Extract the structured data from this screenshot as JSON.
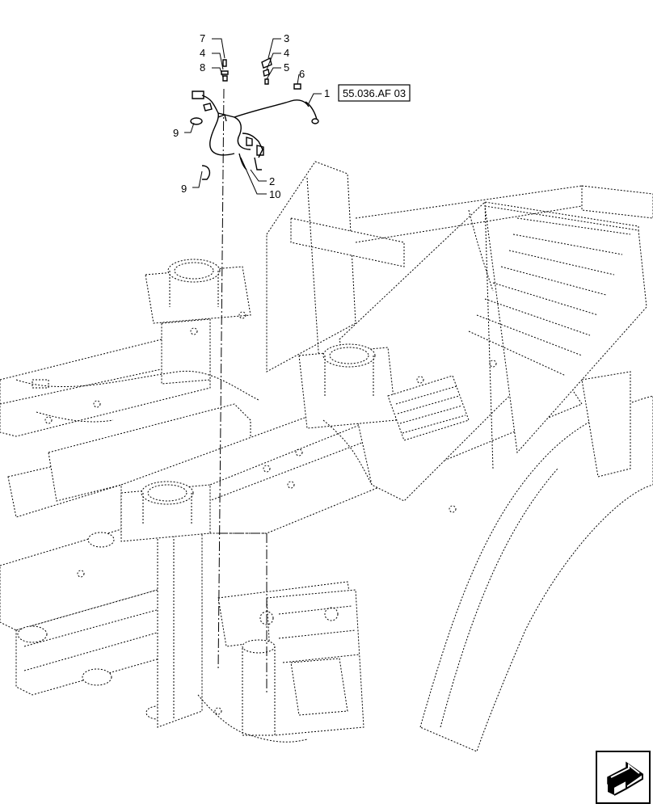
{
  "callouts": [
    {
      "id": "c7",
      "label": "7"
    },
    {
      "id": "c4a",
      "label": "4"
    },
    {
      "id": "c8",
      "label": "8"
    },
    {
      "id": "c3",
      "label": "3"
    },
    {
      "id": "c4b",
      "label": "4"
    },
    {
      "id": "c5",
      "label": "5"
    },
    {
      "id": "c6",
      "label": "6"
    },
    {
      "id": "c1",
      "label": "1"
    },
    {
      "id": "c9a",
      "label": "9"
    },
    {
      "id": "c9b",
      "label": "9"
    },
    {
      "id": "c2",
      "label": "2"
    },
    {
      "id": "c10",
      "label": "10"
    }
  ],
  "reference_box": {
    "label": "55.036.AF 03"
  },
  "nav_icon": {
    "icon": "next-page-arrow-icon"
  }
}
